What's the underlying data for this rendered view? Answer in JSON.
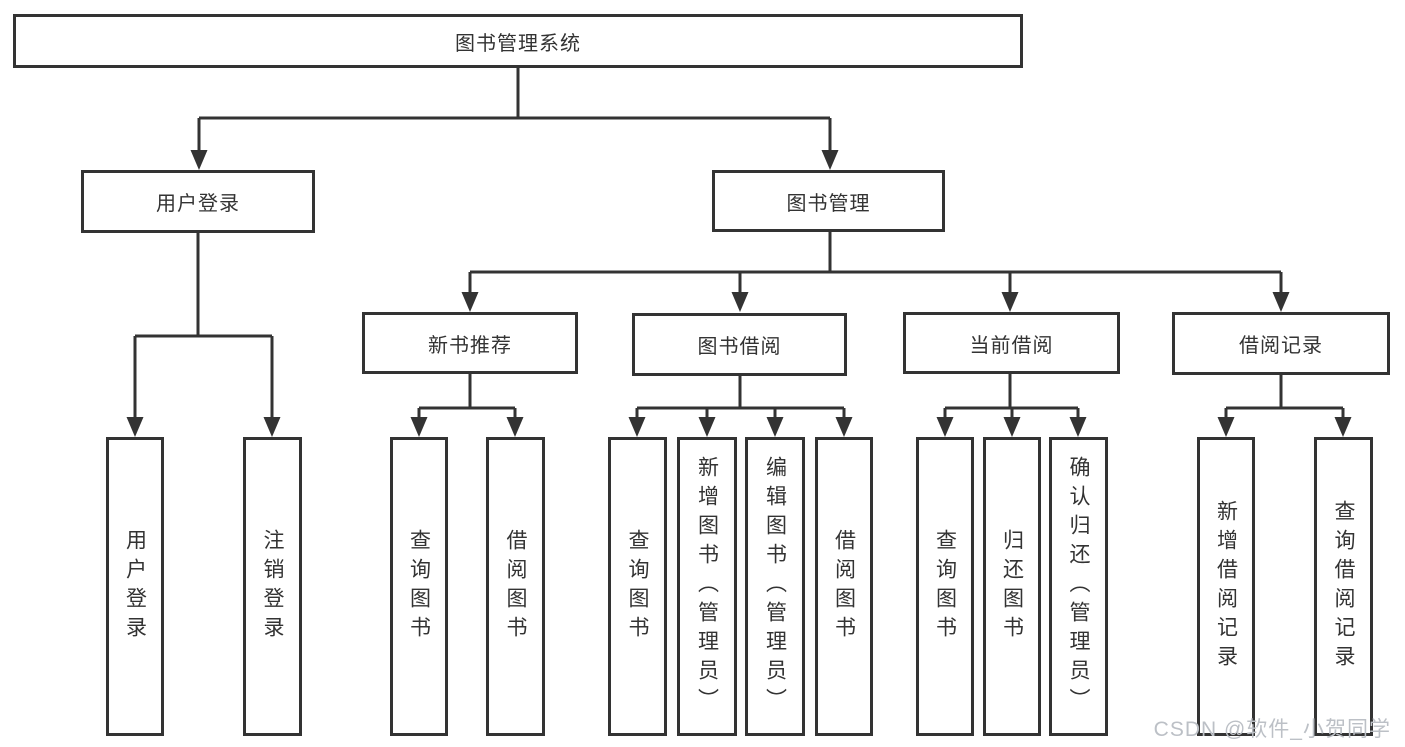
{
  "colors": {
    "line": "#333333",
    "text": "#333333",
    "box_background": "#ffffff",
    "watermark_text": "#bcc0c6"
  },
  "diagram": {
    "root": {
      "label": "图书管理系统"
    },
    "level1": [
      {
        "label": "用户登录"
      },
      {
        "label": "图书管理"
      }
    ],
    "level2": [
      {
        "label": "新书推荐"
      },
      {
        "label": "图书借阅"
      },
      {
        "label": "当前借阅"
      },
      {
        "label": "借阅记录"
      }
    ],
    "leaves": {
      "user_login": [
        "用户登录",
        "注销登录"
      ],
      "new_book_recommend": [
        "查询图书",
        "借阅图书"
      ],
      "book_borrow": [
        "查询图书",
        "新增图书（管理员）",
        "编辑图书（管理员）",
        "借阅图书"
      ],
      "current_borrow": [
        "查询图书",
        "归还图书",
        "确认归还（管理员）"
      ],
      "borrow_records": [
        "新增借阅记录",
        "查询借阅记录"
      ]
    }
  },
  "watermark": {
    "label": "CSDN @软件_小贺同学"
  }
}
